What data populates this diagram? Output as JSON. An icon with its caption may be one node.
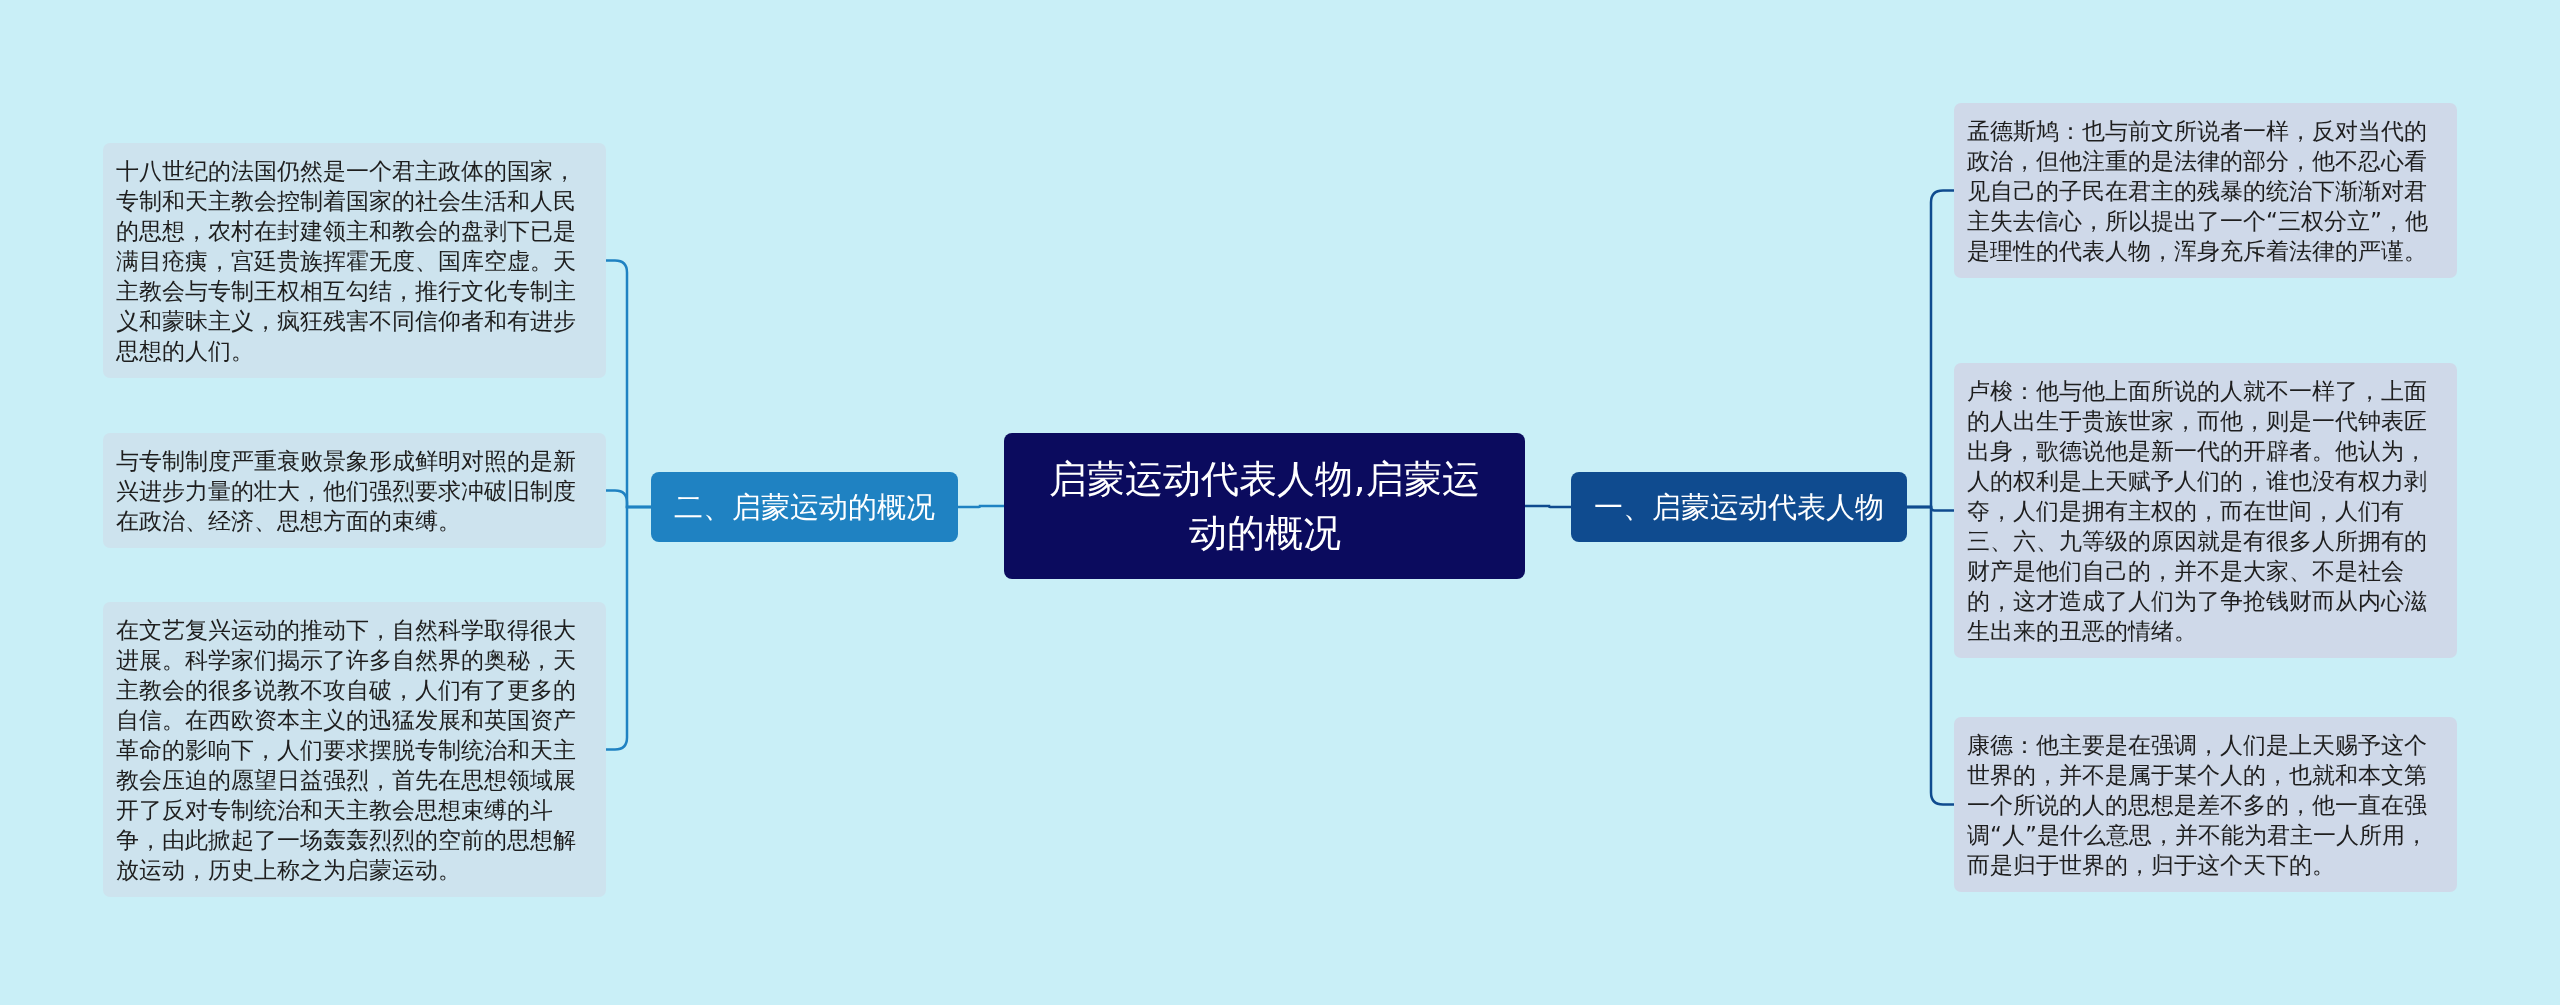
{
  "diagram": {
    "nodes": [
      {
        "text": [
          "启蒙运动代表人物,启蒙运动的概况"
        ]
      },
      {
        "text": [
          "一、启蒙运动代表人物"
        ]
      },
      {
        "text": [
          "孟德斯鸠：也与前文所说者一样，反对当代的政治，但他注重的是法律的部分，他不忍心看见自己的子民在君主的残暴的统治下渐渐对君主失去信心，所以提出了一个“三权分立”，他是理性的代表人物，浑身充斥着法律的严谨。"
        ]
      },
      {
        "text": [
          "卢梭：他与他上面所说的人就不一样了，上面的人出生于贵族世家，而他，则是一代钟表匠出身，歌德说他是新一代的开辟者。他认为，人的权利是上天赋予人们的，谁也没有权力剥夺，人们是拥有主权的，而在世间，人们有三、六、九等级的原因就是有很多人所拥有的财产是他们自己的，并不是大家、不是社会的，这才造成了人们为了争抢钱财而从内心滋生出来的丑恶的情绪。"
        ]
      },
      {
        "text": [
          "康德：他主要是在强调，人们是上天赐予这个世界的，并不是属于某个人的，也就和本文第一个所说的人的思想是差不多的，他一直在强调“人”是什么意思，并不能为君主一人所用，而是归于世界的，归于这个天下的。"
        ]
      },
      {
        "text": [
          "二、启蒙运动的概况"
        ]
      },
      {
        "text": [
          "十八世纪的法国仍然是一个君主政体的国家，专制和天主教会控制着国家的社会生活和人民的思想，农村在封建领主和教会的盘剥下已是满目疮痍，宫廷贵族挥霍无度、国库空虚。天主教会与专制王权相互勾结，推行文化专制主义和蒙昧主义，疯狂残害不同信仰者和有进步思想的人们。"
        ]
      },
      {
        "text": [
          "与专制制度严重衰败景象形成鲜明对照的是新兴进步力量的壮大，他们强烈要求冲破旧制度在政治、经济、思想方面的束缚。"
        ]
      },
      {
        "text": [
          "在文艺复兴运动的推动下，自然科学取得很大进展。科学家们揭示了许多自然界的奥秘，天主教会的很多说教不攻自破，人们有了更多的自信。在西欧资本主义的迅猛发展和英国资产革命的影响下，人们要求摆脱专制统治和天主教会压迫的愿望日益强烈，首先在思想领域展开了反对专制统治和天主教会思想束缚的斗争，由此掀起了一场轰轰烈烈的空前的思想解放运动，历史上称之为启蒙运动。"
        ]
      }
    ],
    "edges": [
      {
        "from": 0,
        "to": 1,
        "arrow": "none"
      },
      {
        "from": 1,
        "to": 2,
        "arrow": "none"
      },
      {
        "from": 1,
        "to": 3,
        "arrow": "none"
      },
      {
        "from": 1,
        "to": 4,
        "arrow": "none"
      },
      {
        "from": 0,
        "to": 5,
        "arrow": "none",
        "color": "#1f82c2"
      },
      {
        "from": 5,
        "to": 6,
        "arrow": "none",
        "color": "#1f82c2"
      },
      {
        "from": 5,
        "to": 7,
        "arrow": "none",
        "color": "#1f82c2"
      },
      {
        "from": 5,
        "to": 8,
        "arrow": "none",
        "color": "#1f82c2"
      }
    ]
  }
}
